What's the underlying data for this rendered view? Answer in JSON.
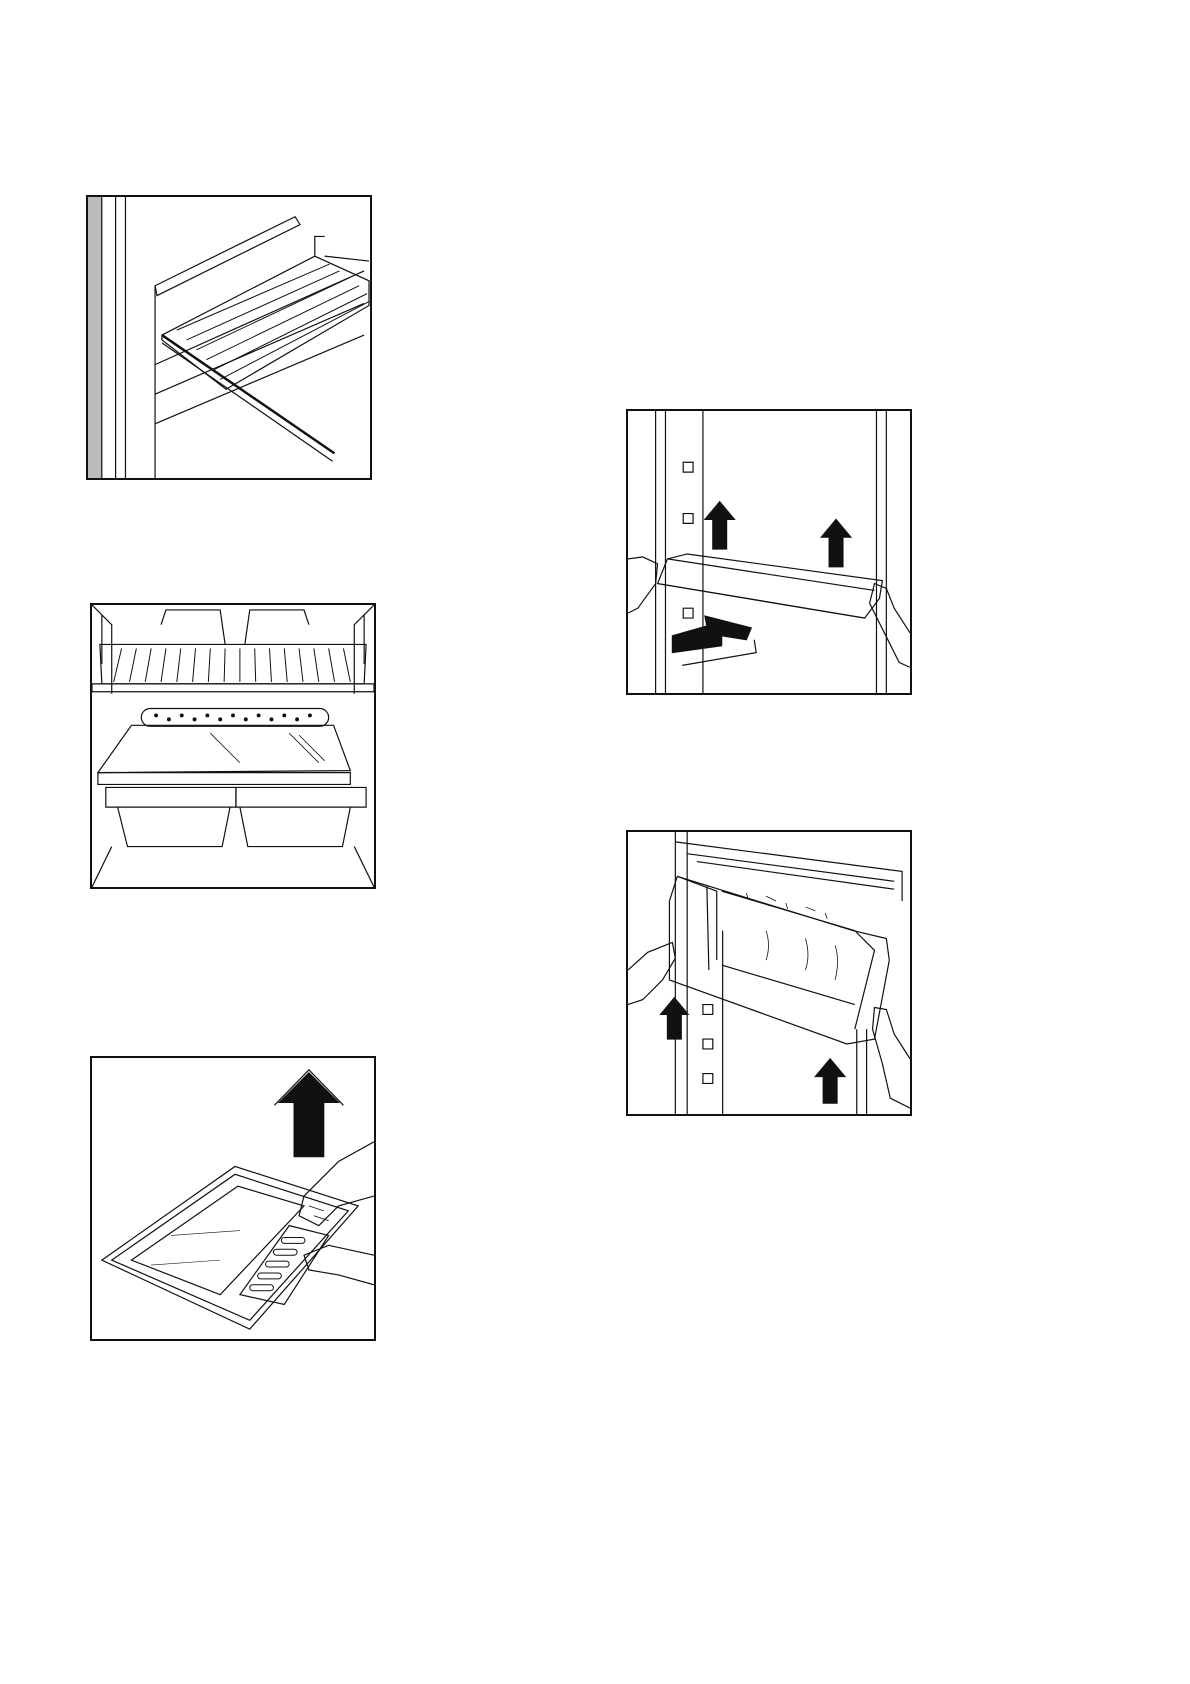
{
  "figures": [
    {
      "id": "shelf-rails",
      "icon": "refrigerator-wire-shelf-illustration"
    },
    {
      "id": "crisper",
      "icon": "refrigerator-crisper-drawers-illustration"
    },
    {
      "id": "glass-tray",
      "icon": "glass-tray-vent-removal-illustration"
    },
    {
      "id": "door-shelf",
      "icon": "door-shelf-removal-illustration"
    },
    {
      "id": "door-box",
      "icon": "door-box-removal-illustration"
    }
  ],
  "colors": {
    "line": "#111111",
    "fill": "#ffffff",
    "shade": "#bbbbbb"
  }
}
